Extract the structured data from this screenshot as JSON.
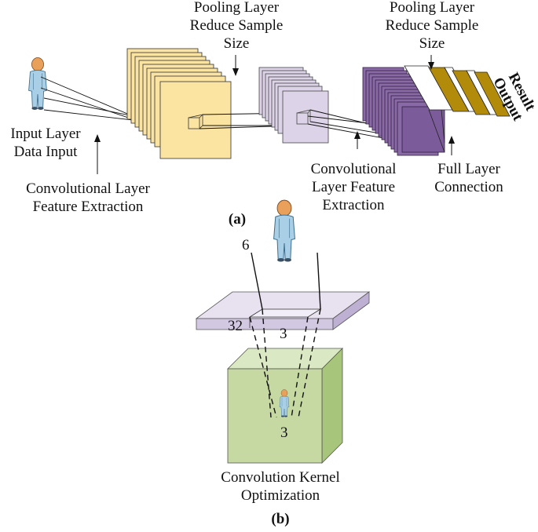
{
  "figure": {
    "panel_a": {
      "caption": "(a)",
      "labels": {
        "pooling_1": [
          "Pooling Layer",
          "Reduce Sample",
          "Size"
        ],
        "pooling_2": [
          "Pooling Layer",
          "Reduce Sample",
          "Size"
        ],
        "input": [
          "Input Layer",
          "Data Input"
        ],
        "conv_extraction": [
          "Convolutional Layer",
          "Feature Extraction"
        ],
        "conv_feature": [
          "Convolutional",
          "Layer Feature",
          "Extraction"
        ],
        "full_layer": [
          "Full Layer",
          "Connection"
        ],
        "result": [
          "Result",
          "Output"
        ]
      }
    },
    "panel_b": {
      "caption": "(b)",
      "numbers": {
        "top": "6",
        "left": "32",
        "mid": "3",
        "bottom": "3"
      },
      "labels": {
        "kernel": [
          "Convolution Kernel",
          "Optimization"
        ]
      }
    },
    "colors": {
      "yellow_fill": "#fbe3a1",
      "lilac_fill": "#ddd3e8",
      "purple_fill": "#8a6aa6",
      "purple_dark": "#7b5b99",
      "gold": "#b38b0a",
      "plate": "#d9d1e6",
      "cube_front": "#c6d9a2",
      "cube_side": "#a8c57c",
      "cube_top": "#dbe8c4",
      "person_body": "#a9cfe6",
      "person_head": "#e8a05a"
    }
  }
}
